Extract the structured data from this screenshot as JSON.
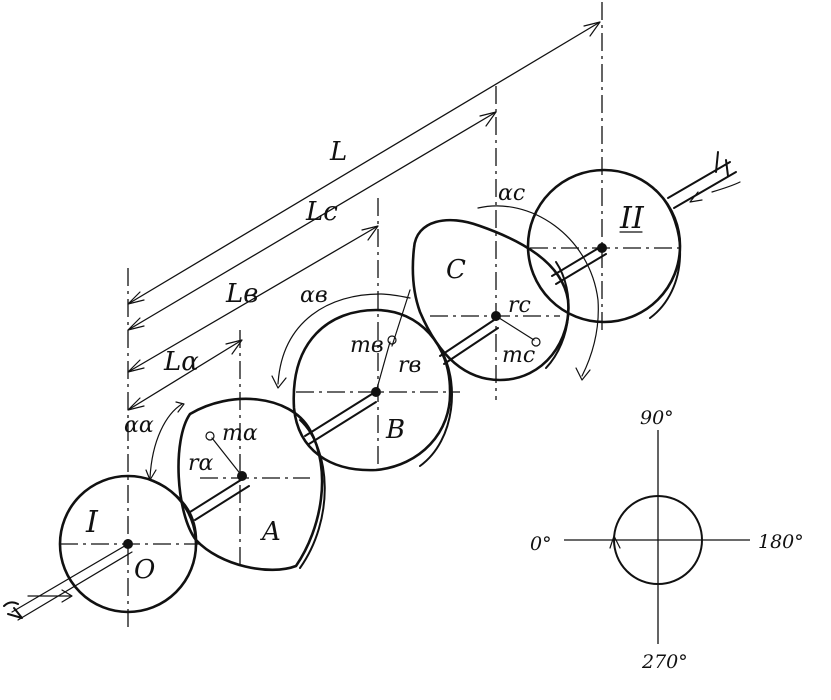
{
  "labels": {
    "disk_I": "I",
    "disk_II": "II",
    "origin": "O",
    "disk_A": "A",
    "disk_B": "B",
    "disk_C": "C",
    "dim_L": "L",
    "dim_Lc": "Lc",
    "dim_Lb": "Lв",
    "dim_La": "Lα",
    "angle_a": "αα",
    "angle_b": "αв",
    "angle_c": "αc",
    "radius_a": "rα",
    "radius_b": "rв",
    "radius_c": "rc",
    "mass_a": "mα",
    "mass_b": "mв",
    "mass_c": "mc"
  },
  "angle_reference": {
    "top": "90°",
    "right": "180°",
    "bottom": "270°",
    "left": "0°"
  },
  "colors": {
    "ink": "#111111",
    "paper": "#ffffff"
  }
}
